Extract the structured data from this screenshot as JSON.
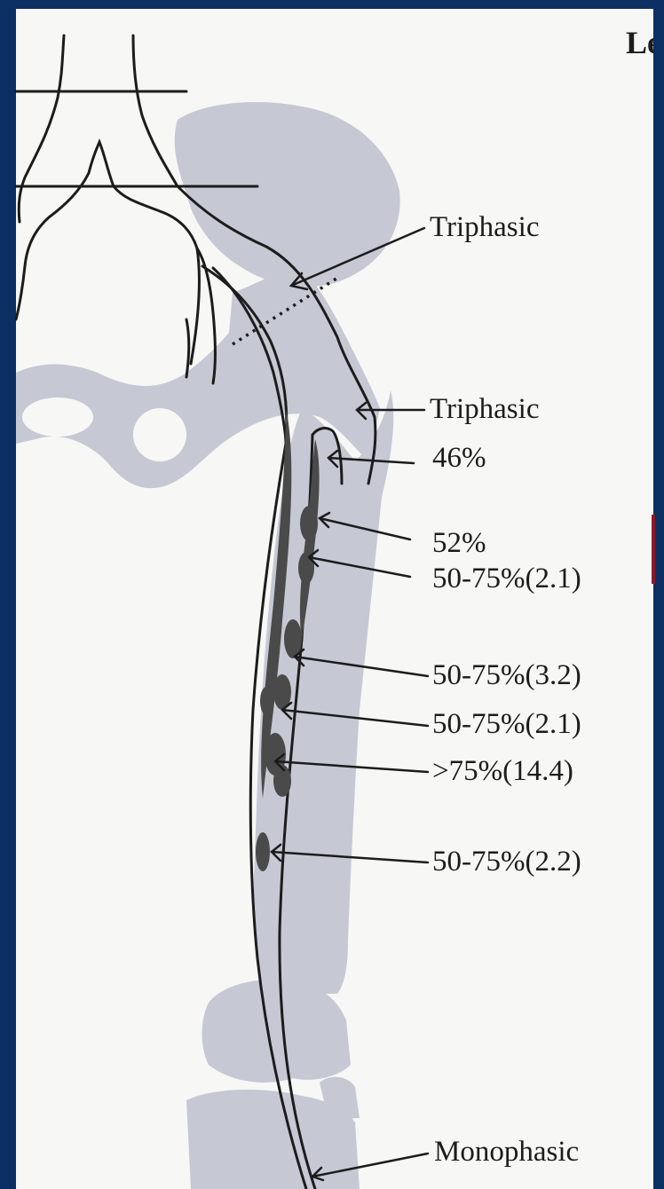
{
  "title": "Le",
  "annotations": {
    "common_femoral_waveform": "Triphasic",
    "bifurcation_waveform": "Triphasic",
    "profunda_stenosis": "46%",
    "sfa_proximal": "52%",
    "sfa_segment_1": "50-75%(2.1)",
    "sfa_segment_2": "50-75%(3.2)",
    "sfa_segment_3": "50-75%(2.1)",
    "sfa_segment_4": ">75%(14.4)",
    "sfa_segment_5": "50-75%(2.2)",
    "popliteal_waveform": "Monophasic"
  },
  "colors": {
    "frame": "#0b2f63",
    "paper": "#f7f7f6",
    "bone": "#c6c9d4",
    "ink": "#1c1c1c",
    "plaque": "#4a4a4a",
    "accent": "#8a1a28"
  }
}
